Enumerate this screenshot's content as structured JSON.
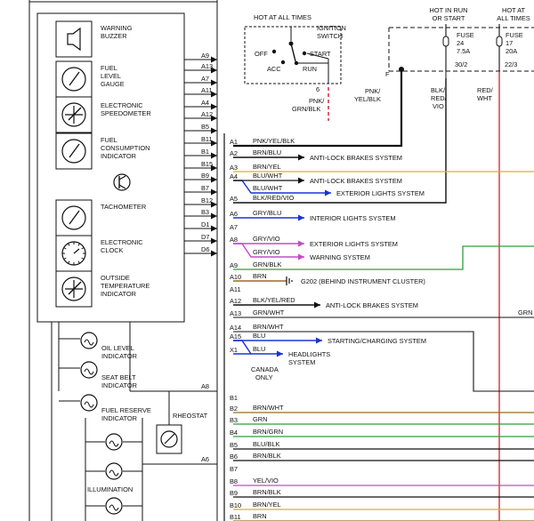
{
  "colors": {
    "black": "#111111",
    "blue": "#1a33d6",
    "red": "#d71f1f",
    "brown": "#9a6b1f",
    "yellow": "#d4b422",
    "green": "#2f9e3a",
    "violet": "#c848c8",
    "pink_dash": "#e0304a",
    "gray": "#777777"
  },
  "cluster": {
    "indicators": [
      {
        "label": "WARNING\nBUZZER",
        "icon": "buzzer-icon"
      },
      {
        "label": "FUEL\nLEVEL\nGAUGE",
        "icon": "gauge-icon"
      },
      {
        "label": "ELECTRONIC\nSPEEDOMETER",
        "icon": "speedometer-icon"
      },
      {
        "label": "FUEL\nCONSUMPTION\nINDICATOR",
        "icon": "gauge-icon"
      },
      {
        "label": "TACHOMETER",
        "icon": "gauge-icon"
      },
      {
        "label": "ELECTRONIC\nCLOCK",
        "icon": "clock-icon"
      },
      {
        "label": "OUTSIDE\nTEMPERATURE\nINDICATOR",
        "icon": "speedometer-icon"
      }
    ],
    "left_pins": [
      "A9",
      "A13",
      "A7",
      "A11",
      "A4",
      "A12",
      "B5",
      "B11",
      "B1",
      "B15",
      "B9",
      "B7",
      "B12",
      "B3",
      "D1",
      "D7",
      "D6"
    ],
    "lamps": [
      "OIL LEVEL\nINDICATOR",
      "SEAT BELT\nINDICATOR",
      "FUEL RESERVE\nINDICATOR"
    ],
    "rheostat_label": "RHEOSTAT",
    "illumination_label": "ILLUMINATION",
    "a8_label": "A8",
    "a6_label": "A6"
  },
  "ignition": {
    "hot_label": "HOT AT ALL TIMES",
    "switch_label": "IGNITION\nSWITCH",
    "positions": {
      "off": "OFF",
      "acc": "ACC",
      "start": "START",
      "run": "RUN"
    },
    "pin": "6",
    "wire_label": "PNK/\nGRN/BLK"
  },
  "fuses": {
    "left_hot_label": "HOT IN RUN\nOR START",
    "right_hot_label": "HOT AT\nALL TIMES",
    "f24": {
      "name": "FUSE\n24\n7.5A",
      "pin": "30/2"
    },
    "f17": {
      "name": "FUSE\n17\n20A",
      "pin": "22/3"
    },
    "f_label": "F",
    "wires": {
      "pnk": "PNK/\nYEL/BLK",
      "blk": "BLK/\nRED/\nVIO",
      "red": "RED/\nWHT"
    }
  },
  "connector_rows": [
    {
      "pin": "A1",
      "wire": "PNK/YEL/BLK",
      "dest": ""
    },
    {
      "pin": "A2",
      "wire": "BRN/BLU",
      "dest": "ANTI-LOCK BRAKES SYSTEM"
    },
    {
      "pin": "A3",
      "wire": "BRN/YEL",
      "dest": ""
    },
    {
      "pin": "A4",
      "wire": "BLU/WHT",
      "dest": "ANTI-LOCK BRAKES SYSTEM"
    },
    {
      "pin": "",
      "wire": "BLU/WHT",
      "dest": "EXTERIOR LIGHTS SYSTEM"
    },
    {
      "pin": "A5",
      "wire": "BLK/RED/VIO",
      "dest": ""
    },
    {
      "pin": "A6",
      "wire": "GRY/BLU",
      "dest": "INTERIOR LIGHTS SYSTEM"
    },
    {
      "pin": "A7",
      "wire": "",
      "dest": ""
    },
    {
      "pin": "A8",
      "wire": "GRY/VIO",
      "dest": "EXTERIOR LIGHTS SYSTEM"
    },
    {
      "pin": "",
      "wire": "GRY/VIO",
      "dest": "WARNING SYSTEM"
    },
    {
      "pin": "A9",
      "wire": "GRN/BLK",
      "dest": ""
    },
    {
      "pin": "A10",
      "wire": "BRN",
      "dest": "G202  (BEHIND INSTRUMENT CLUSTER)"
    },
    {
      "pin": "A11",
      "wire": "",
      "dest": ""
    },
    {
      "pin": "A12",
      "wire": "BLK/YEL/RED",
      "dest": "ANTI-LOCK BRAKES SYSTEM"
    },
    {
      "pin": "A13",
      "wire": "GRN/WHT",
      "dest": ""
    },
    {
      "pin": "A14",
      "wire": "BRN/WHT",
      "dest": ""
    },
    {
      "pin": "A15",
      "wire": "BLU",
      "dest": "STARTING/CHARGING SYSTEM"
    },
    {
      "pin": "X1",
      "wire": "BLU",
      "dest": "HEADLIGHTS\nSYSTEM"
    }
  ],
  "canada_note": "CANADA\nONLY",
  "grn_edge_label": "GRN",
  "b_rows": [
    {
      "pin": "B1",
      "wire": ""
    },
    {
      "pin": "B2",
      "wire": "BRN/WHT"
    },
    {
      "pin": "B3",
      "wire": "GRN"
    },
    {
      "pin": "B4",
      "wire": "BRN/GRN"
    },
    {
      "pin": "B5",
      "wire": "BLU/BLK"
    },
    {
      "pin": "B6",
      "wire": "BRN/BLK"
    },
    {
      "pin": "B7",
      "wire": ""
    },
    {
      "pin": "B8",
      "wire": "YEL/VIO"
    },
    {
      "pin": "B9",
      "wire": "BRN/BLK"
    },
    {
      "pin": "B10",
      "wire": "BRN/YEL"
    },
    {
      "pin": "B11",
      "wire": "BRN"
    }
  ]
}
